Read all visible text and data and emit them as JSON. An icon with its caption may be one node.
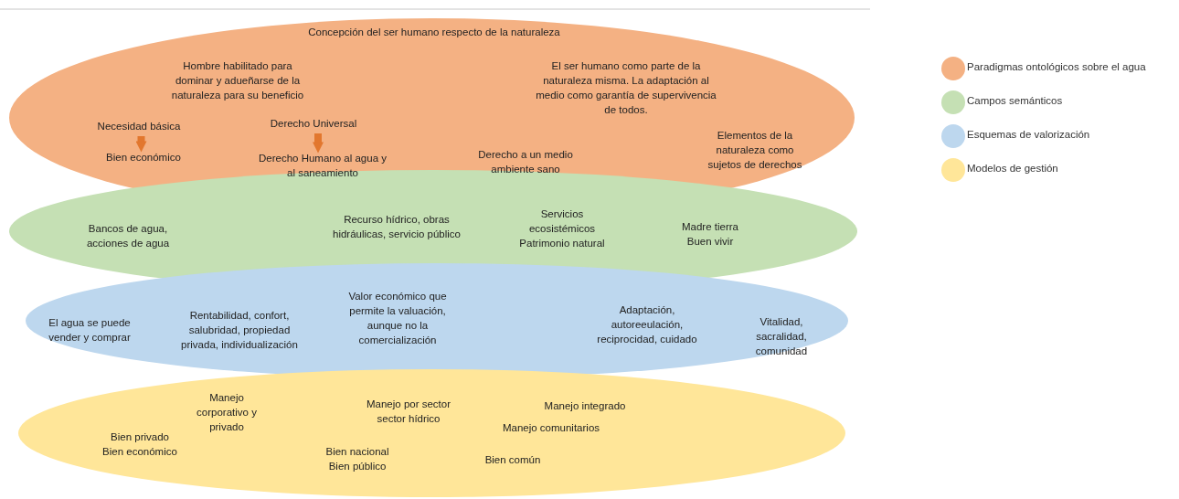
{
  "diagram": {
    "nodes": [
      {
        "text": [
          "Concepción del ser humano respecto de la naturaleza",
          "Hombre habilitado para dominar y adueñarse de la naturaleza para su beneficio",
          "El ser humano como parte de la naturaleza misma. La adaptación al medio como garantía de supervivencia de todos.",
          "Derecho a un medio ambiente sano",
          "Elementos de la naturaleza como sujetos de derechos"
        ]
      },
      {
        "text": [
          "Necesidad básica"
        ],
        "in": 0
      },
      {
        "text": [
          "Bien económico"
        ],
        "in": 0
      },
      {
        "text": [
          "Derecho Universal"
        ],
        "in": 0
      },
      {
        "text": [
          "Derecho Humano al agua y al saneamiento"
        ],
        "in": 0
      },
      {
        "text": [
          "Bancos de agua, acciones de agua",
          "Recurso hídrico, obras hidráulicas, servicio público",
          "Servicios ecosistémicos Patrimonio natural",
          "Madre tierra Buen vivir"
        ]
      },
      {
        "text": [
          "El agua se puede vender y comprar",
          "Rentabilidad, confort, salubridad, propiedad privada, individualización",
          "Valor económico que permite la valuación, aunque no la comercialización",
          "Adaptación, autoreeulación, reciprocidad, cuidado",
          "Vitalidad, sacralidad, comunidad"
        ]
      },
      {
        "text": [
          "Manejo corporativo y privado",
          "Bien privado Bien económico",
          "Manejo por sector sector hídrico",
          "Bien nacional Bien público",
          "Manejo integrado",
          "Manejo comunitarios",
          "Bien común"
        ]
      }
    ],
    "edges": [
      {
        "from": 1,
        "to": 2,
        "arrow": "to"
      },
      {
        "from": 3,
        "to": 4,
        "arrow": "to"
      }
    ],
    "legend": [
      {
        "text": "Paradigmas ontológicos sobre el agua",
        "color": "#f4b183"
      },
      {
        "text": "Campos semánticos",
        "color": "#c5e0b4"
      },
      {
        "text": "Esquemas de valorización",
        "color": "#bdd7ee"
      },
      {
        "text": "Modelos de gestión",
        "color": "#ffe699"
      }
    ]
  }
}
